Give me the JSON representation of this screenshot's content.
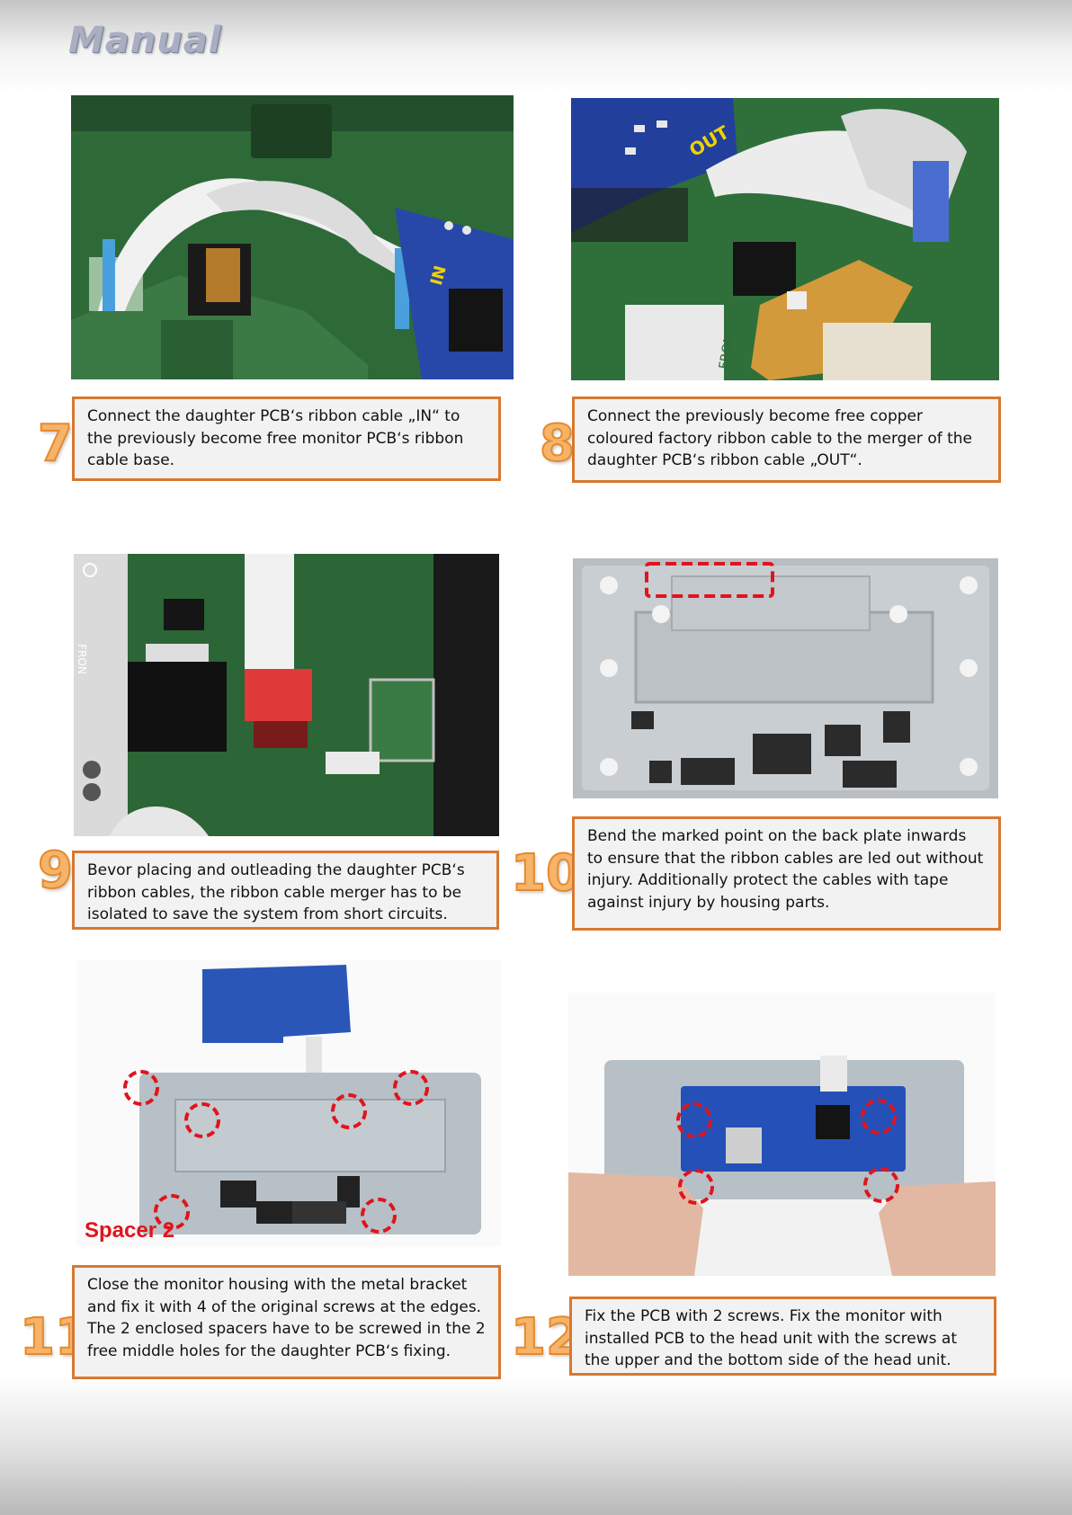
{
  "header": {
    "title": "Manual"
  },
  "steps": [
    {
      "number": "7",
      "text": "Connect the daughter PCB‘s ribbon cable „IN“ to the previously become free monitor PCB‘s ribbon cable base.",
      "photo_labels": [
        "IN"
      ]
    },
    {
      "number": "8",
      "text": "Connect the previously become free copper coloured factory ribbon cable to the merger of the daughter PCB‘s ribbon cable „OUT“.",
      "photo_labels": [
        "OUT",
        "FRONT"
      ]
    },
    {
      "number": "9",
      "text": "Bevor placing and outleading the daughter PCB‘s ribbon cables, the ribbon cable merger has to be isolated  to save the system from short circuits.",
      "photo_labels": [
        "FRON"
      ]
    },
    {
      "number": "10",
      "text": "Bend the marked point on the back plate inwards to ensure that the ribbon cables are led out without injury. Additionally protect  the cables with tape against injury by housing parts.",
      "photo_labels": []
    },
    {
      "number": "11",
      "text": "Close the monitor housing with the metal bracket and fix it with 4 of the original screws at the edges. The 2 enclosed spacers have to be screwed in the 2 free middle holes for the daughter PCB‘s fixing.",
      "photo_labels": [
        "Spacer 2"
      ]
    },
    {
      "number": "12",
      "text": "Fix the PCB with 2 screws. Fix the monitor with installed PCB to the head unit with the screws at the upper and the bottom side of the head unit.",
      "photo_labels": []
    }
  ],
  "colors": {
    "accent_orange": "#d9782f",
    "marker_red": "#e0141c",
    "pcb_green": "#2f6b3a",
    "pcb_blue": "#2246a8"
  }
}
